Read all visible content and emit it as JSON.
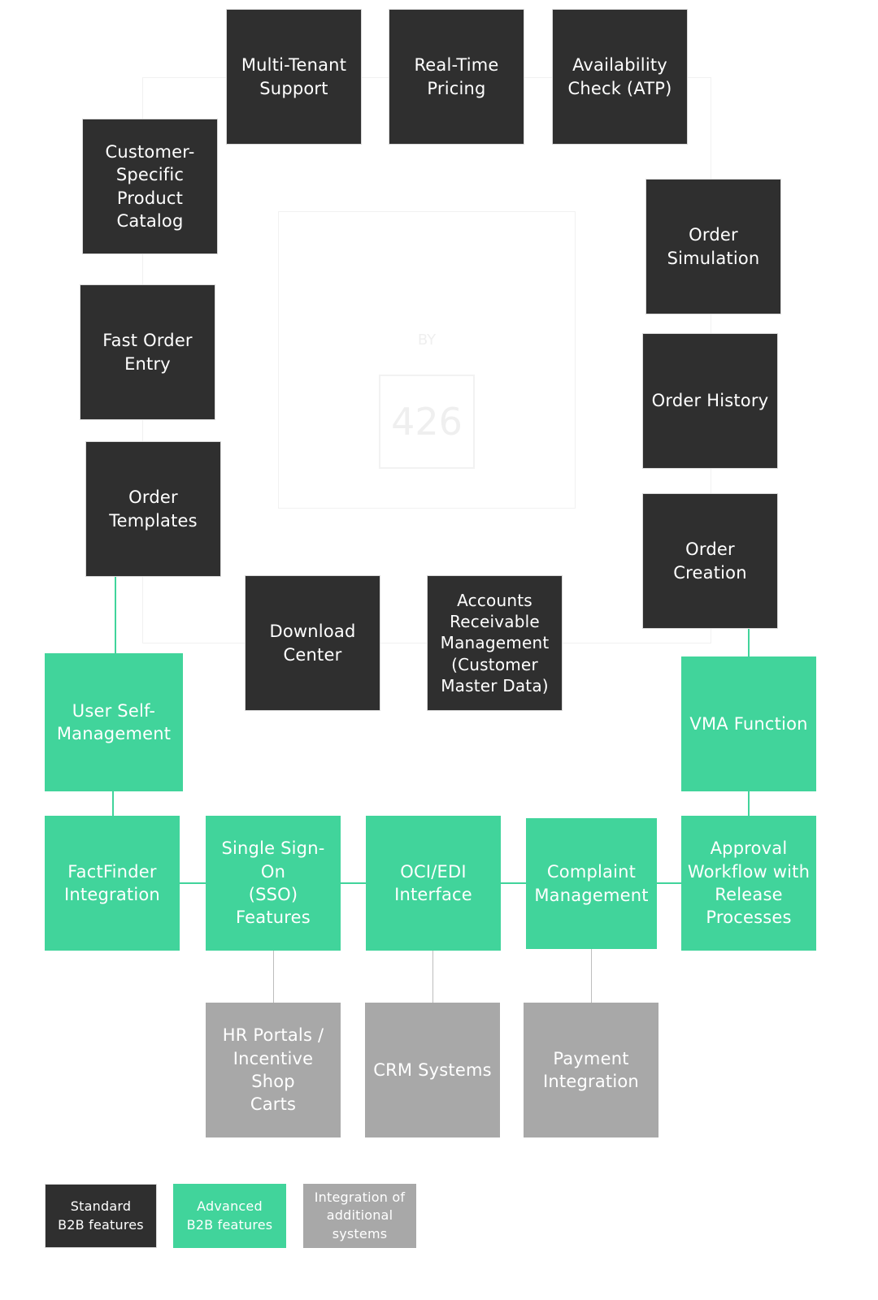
{
  "watermark": {
    "by": "BY",
    "number": "426"
  },
  "boxes": {
    "multi_tenant": "Multi-Tenant\nSupport",
    "real_time_pricing": "Real-Time\nPricing",
    "availability_check": "Availability\nCheck (ATP)",
    "customer_catalog": "Customer-\nSpecific\nProduct\nCatalog",
    "order_simulation": "Order\nSimulation",
    "fast_order_entry": "Fast Order\nEntry",
    "order_history": "Order History",
    "order_templates": "Order\nTemplates",
    "order_creation": "Order Creation",
    "download_center": "Download\nCenter",
    "accounts_receivable": "Accounts\nReceivable\nManagement\n(Customer\nMaster Data)",
    "user_self_management": "User Self-\nManagement",
    "vma_function": "VMA Function",
    "factfinder": "FactFinder\nIntegration",
    "sso": "Single Sign-On\n(SSO) Features",
    "oci_edi": "OCI/EDI\nInterface",
    "complaint": "Complaint\nManagement",
    "approval": "Approval\nWorkflow with\nRelease\nProcesses",
    "hr_portals": "HR Portals /\nIncentive Shop\nCarts",
    "crm": "CRM Systems",
    "payment": "Payment\nIntegration"
  },
  "legend": {
    "standard": "Standard\nB2B features",
    "advanced": "Advanced\nB2B features",
    "integration": "Integration of\nadditional\nsystems"
  },
  "colors": {
    "standard": "#2f2f2f",
    "advanced": "#41d49b",
    "integration": "#a8a8a8"
  }
}
